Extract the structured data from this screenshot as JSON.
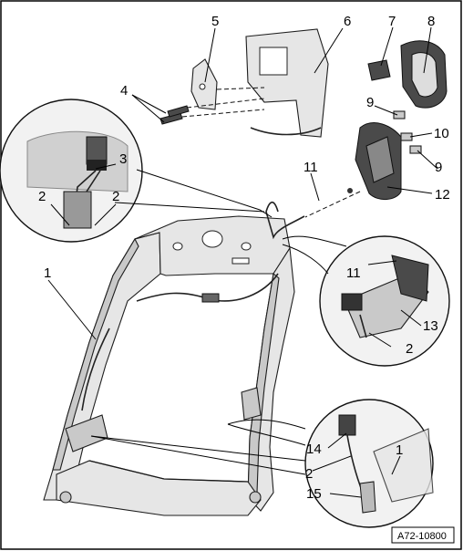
{
  "figure_id": "A72-10800",
  "callouts": [
    {
      "label": "1"
    },
    {
      "label": "1"
    },
    {
      "label": "2"
    },
    {
      "label": "2"
    },
    {
      "label": "2"
    },
    {
      "label": "2"
    },
    {
      "label": "3"
    },
    {
      "label": "4"
    },
    {
      "label": "5"
    },
    {
      "label": "6"
    },
    {
      "label": "7"
    },
    {
      "label": "8"
    },
    {
      "label": "9"
    },
    {
      "label": "9"
    },
    {
      "label": "10"
    },
    {
      "label": "11"
    },
    {
      "label": "11"
    },
    {
      "label": "12"
    },
    {
      "label": "13"
    },
    {
      "label": "14"
    },
    {
      "label": "15"
    }
  ]
}
